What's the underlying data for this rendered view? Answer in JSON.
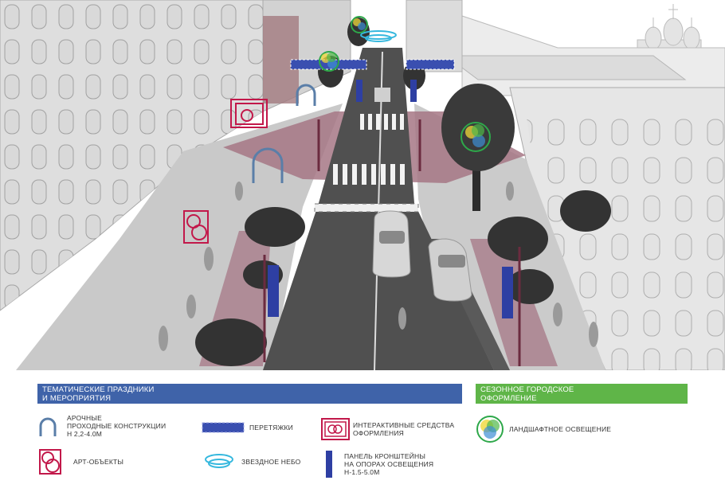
{
  "legend": {
    "blue_header": [
      "Тематические праздники",
      "и мероприятия"
    ],
    "green_header": [
      "Сезонное городское",
      "оформление"
    ],
    "items": {
      "arch": [
        "Арочные",
        "проходные конструкции",
        "H 2,2-4.0м"
      ],
      "art": [
        "Арт-объекты"
      ],
      "stretch": [
        "Перетяжки"
      ],
      "starry": [
        "Звездное небо"
      ],
      "interactive": [
        "Интерактивные средства",
        "оформления"
      ],
      "panel": [
        "Панель кронштейны",
        "на опорах освещения",
        "H-1.5-5.0м"
      ],
      "landscape": [
        "Ландшафтное освещение"
      ]
    }
  },
  "colors": {
    "blue_bar": "#3f63a9",
    "green_bar": "#5fb548",
    "arch_icon": "#5a7ea8",
    "art_icon": "#c2184a",
    "stretch_icon": "#3a4fb0",
    "starry_icon": "#35b8de",
    "panel_icon": "#2e3fa3",
    "landscape_green": "#2ea84a",
    "road": "#505050",
    "pink_paving": "#a67785"
  },
  "icons": {
    "arch": "arch-icon",
    "art": "art-object-icon",
    "stretch": "stretch-banner-icon",
    "starry": "starry-sky-icon",
    "interactive": "interactive-frame-icon",
    "panel": "lamp-panel-icon",
    "landscape": "landscape-lighting-icon"
  }
}
